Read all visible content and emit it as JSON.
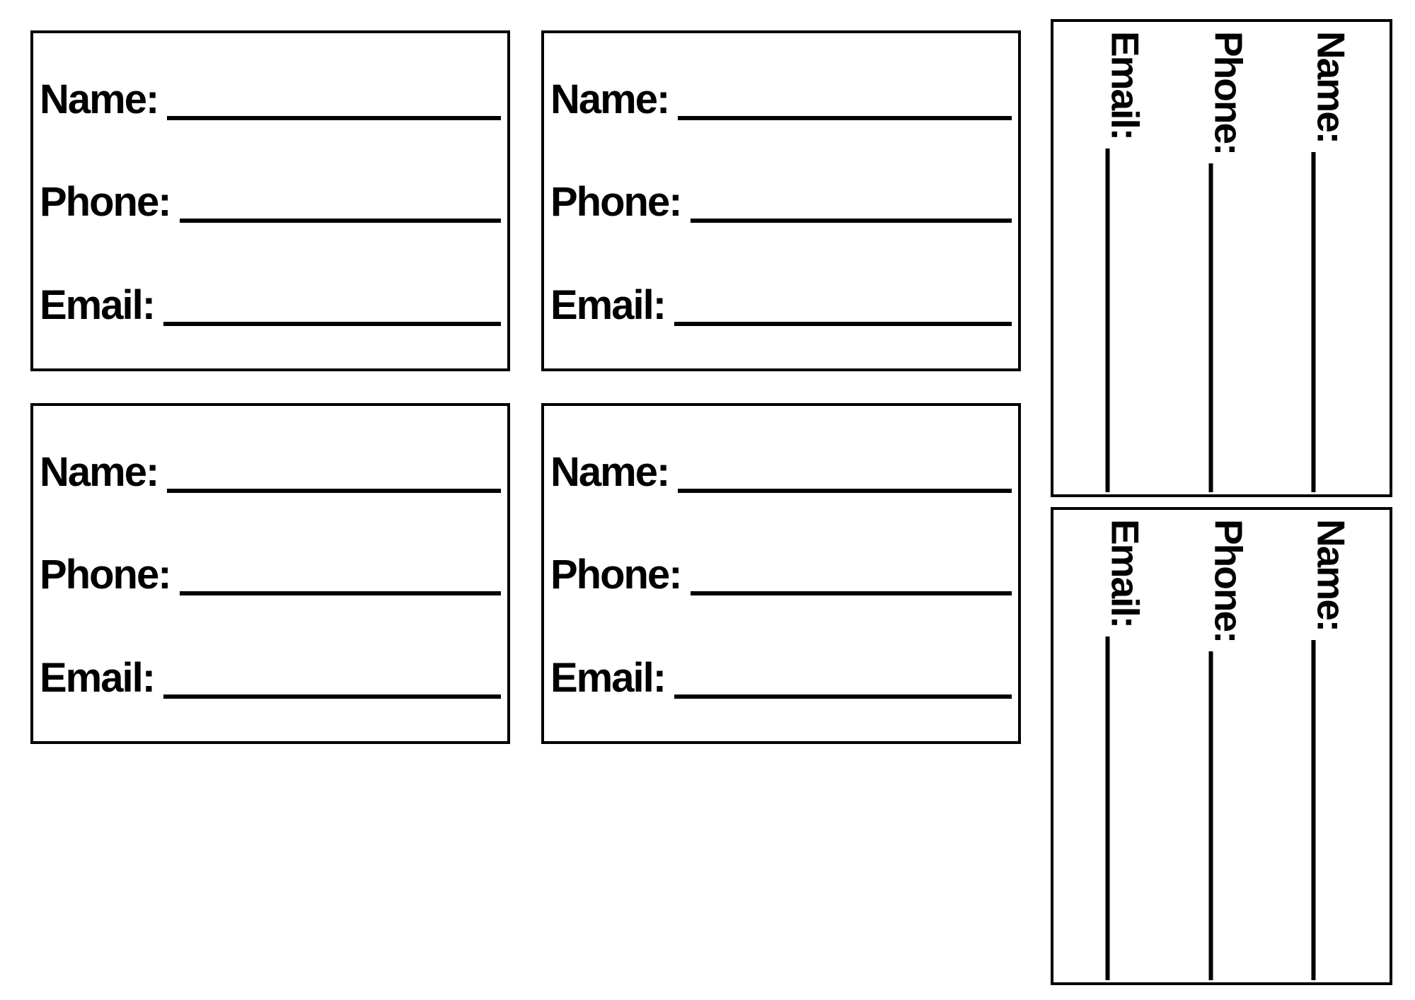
{
  "page": {
    "background_color": "#ffffff",
    "ink_color": "#000000",
    "description_title": "Contact information fill-in card sheet"
  },
  "cards": [
    {
      "orientation": "horizontal",
      "fields": [
        {
          "label": "Name:"
        },
        {
          "label": "Phone:"
        },
        {
          "label": "Email:"
        }
      ]
    },
    {
      "orientation": "horizontal",
      "fields": [
        {
          "label": "Name:"
        },
        {
          "label": "Phone:"
        },
        {
          "label": "Email:"
        }
      ]
    },
    {
      "orientation": "horizontal",
      "fields": [
        {
          "label": "Name:"
        },
        {
          "label": "Phone:"
        },
        {
          "label": "Email:"
        }
      ]
    },
    {
      "orientation": "horizontal",
      "fields": [
        {
          "label": "Name:"
        },
        {
          "label": "Phone:"
        },
        {
          "label": "Email:"
        }
      ]
    },
    {
      "orientation": "vertical-rotated-90cw",
      "fields": [
        {
          "label": "Name:"
        },
        {
          "label": "Phone:"
        },
        {
          "label": "Email:"
        }
      ]
    },
    {
      "orientation": "vertical-rotated-90cw",
      "fields": [
        {
          "label": "Name:"
        },
        {
          "label": "Phone:"
        },
        {
          "label": "Email:"
        }
      ]
    }
  ]
}
